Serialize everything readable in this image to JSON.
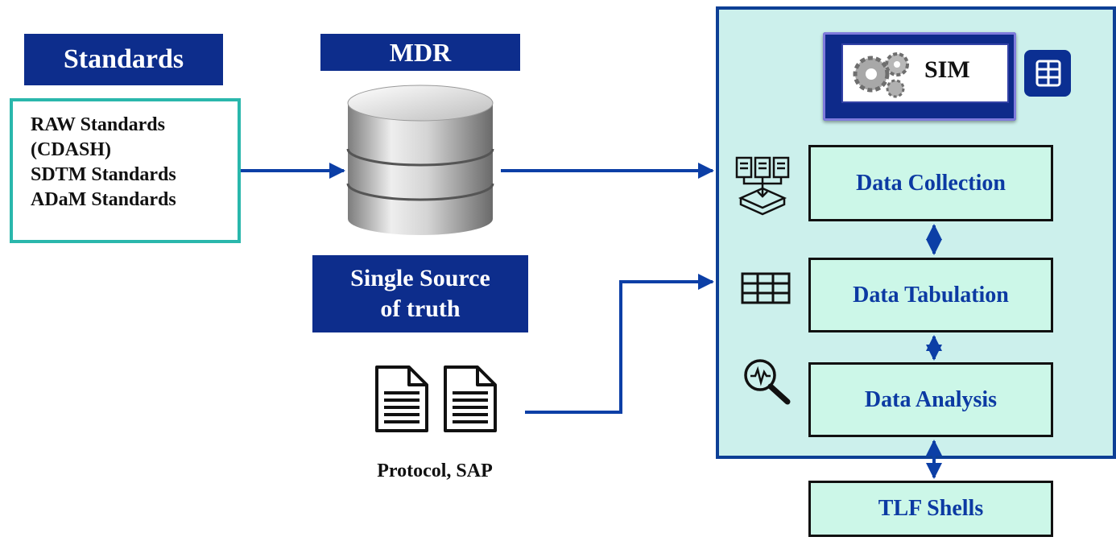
{
  "standards": {
    "title": "Standards",
    "items": [
      "RAW Standards",
      "(CDASH)",
      "SDTM Standards",
      "ADaM Standards"
    ]
  },
  "mdr": {
    "title": "MDR",
    "caption_line1": "Single Source",
    "caption_line2": "of truth"
  },
  "documents": {
    "label": "Protocol, SAP"
  },
  "sim": {
    "label": "SIM",
    "stages": [
      "Data Collection",
      "Data Tabulation",
      "Data Analysis"
    ]
  },
  "output": {
    "label": "TLF Shells"
  },
  "colors": {
    "navy": "#0d2d8c",
    "arrow": "#0c3fa6",
    "teal_border": "#2ab7ac",
    "panel_bg": "#ccf0ec",
    "stage_bg": "#ccf7e8",
    "stage_text": "#0c3aa3"
  }
}
